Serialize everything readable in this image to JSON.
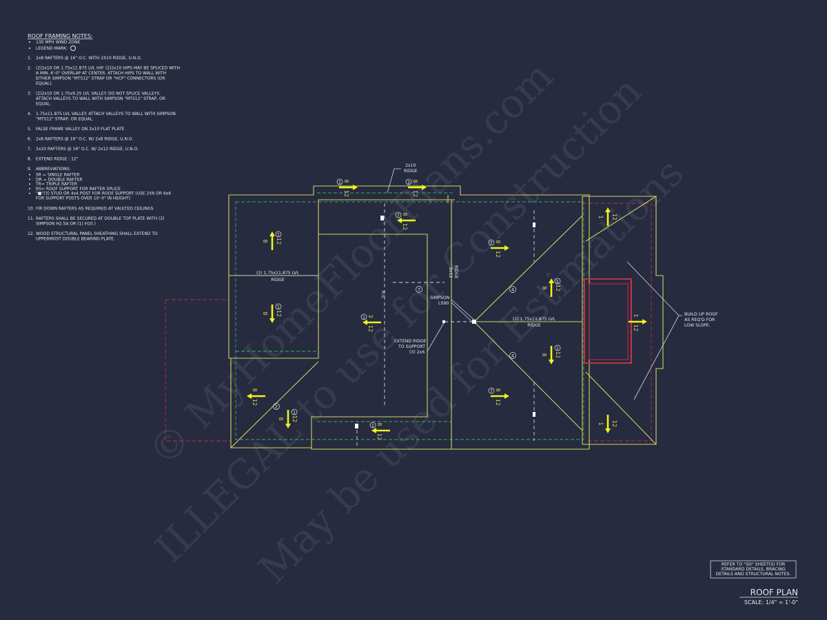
{
  "notes": {
    "title": "ROOF FRAMING NOTES:",
    "bullets": [
      "130 MPH WIND ZONE",
      "LEGEND MARK:"
    ],
    "items": [
      [
        "1.",
        "2x8 RAFTERS @ 16\" O.C. WITH 2X10 RIDGE, U.N.O."
      ],
      [
        "2.",
        "(2)2x10 OR 1.75x11.875 LVL HIP.  (2)2x10 HIPS MAY BE SPLICED WITH",
        "A MIN. 6'-0\" OVERLAP AT CENTER. ATTACH HIPS TO WALL WITH",
        "EITHER SIMPSON \"MTS12\" STRAP OR \"HCP\" CONNECTORS (OR",
        "EQUAL)."
      ],
      [
        "3.",
        "(2)2x10 OR 1.75x9.25 LVL VALLEY.  DO NOT SPLICE VALLEYS.",
        "ATTACH VALLEYS TO WALL WITH  SIMPSON \"MTS12\" STRAP, OR",
        "EQUAL."
      ],
      [
        "4.",
        "1.75x11.875 LVL VALLEY.  ATTACH VALLEYS TO WALL WITH SIMPSON",
        "\"MTS12\" STRAP, OR EQUAL."
      ],
      [
        "5.",
        "FALSE FRAME VALLEY ON 2x10 FLAT PLATE"
      ],
      [
        "6.",
        "2x6 RAFTERS @ 16\" O.C. W/ 2x8 RIDGE, U.N.O."
      ],
      [
        "7.",
        "2x10 RAFTERS @ 16\" O.C. W/ 2x12 RIDGE, U.N.O."
      ],
      [
        "8.",
        "EXTEND RIDGE : 12\""
      ],
      [
        "9.",
        "ABBREVIATIONS:"
      ]
    ],
    "abbreviations": [
      "SR = SINGLE RAFTER",
      "DR = DOUBLE RAFTER",
      "TR= TRIPLE RAFTER",
      "RS= ROOF SUPPORT FOR RAFTER SPLICE",
      "\"■\"(3) STUD OR 4x4 POST FOR ROOF SUPPORT (USE 2X6 OR 6x6",
      "FOR SUPPORT POSTS OVER 10'-0\" IN HEIGHT)"
    ],
    "items2": [
      [
        "10.",
        "FIR DOWN RAFTERS AS REQUIRED AT VAULTED CEILINGS"
      ],
      [
        "11.",
        "RAFTERS SHALL BE SECURED AT DOUBLE TOP PLATE WITH (2)",
        "SIMPSON H2.5A OR (1) H10.)"
      ],
      [
        "12.",
        "WOOD STRUCTURAL PANEL SHEATHING SHALL EXTEND TO",
        "UPPERMOST DOUBLE BEARING PLATE."
      ]
    ]
  },
  "plan_labels": {
    "ridge_2x10": [
      "2x10",
      "RIDGE"
    ],
    "lvl_ridge_left": [
      "(2) 1.75x11.875 LVL",
      "RIDGE"
    ],
    "lvl_ridge_right": [
      "(2) 1.75x11.875 LVL",
      "RIDGE"
    ],
    "ridge_2x12": [
      "2x12",
      "RIDGE"
    ],
    "rs": "R.S.",
    "simpson": [
      "SIMPSON",
      "LS90"
    ],
    "extend_ridge": [
      "EXTEND RIDGE",
      "TO SUPPORT",
      "(3) 2x6"
    ],
    "build_up": [
      "BUILD UP ROOF",
      "AS REQ'D FOR",
      "LOW SLOPE."
    ]
  },
  "marks": [
    "4",
    "4",
    "2",
    "7"
  ],
  "arrows": [
    {
      "rise": "8",
      "run": "12",
      "mark": "1"
    },
    {
      "rise": "8",
      "run": "12",
      "mark": "1"
    },
    {
      "rise": "8",
      "run": "12",
      "mark": "7"
    },
    {
      "rise": "8",
      "run": "12",
      "mark": "1"
    },
    {
      "rise": "8",
      "run": "12",
      "mark": "1"
    },
    {
      "rise": "3",
      "run": "12",
      "mark": "1"
    },
    {
      "rise": "8",
      "run": "12",
      "mark": "7"
    },
    {
      "rise": "8",
      "run": "12",
      "mark": "1"
    },
    {
      "rise": "8",
      "run": "12",
      "mark": "1"
    },
    {
      "rise": "8",
      "run": "12",
      "mark": "7"
    },
    {
      "rise": "1",
      "run": "12",
      "mark": ""
    },
    {
      "rise": "1",
      "run": "12",
      "mark": ""
    },
    {
      "rise": "1",
      "run": "12",
      "mark": ""
    },
    {
      "rise": "8",
      "run": "12",
      "mark": ""
    },
    {
      "rise": "8",
      "run": "12",
      "mark": "1"
    },
    {
      "rise": "8",
      "run": "12",
      "mark": "1"
    }
  ],
  "reference_box": [
    "REFER TO \"SD\" SHEET(S) FOR",
    "STANDARD DETAILS, BRACING",
    "DETAILS AND STRUCTURAL NOTES."
  ],
  "title": {
    "name": "ROOF PLAN",
    "scale": "SCALE: 1/4\" = 1'-0\""
  },
  "watermark": [
    "© MyHomeFloorPlans.com",
    "ILLEGAL to use for Construction",
    "May be used for Estimations"
  ],
  "colors": {
    "background": "#262b40",
    "roof": "#d4d35c",
    "wall": "#3fae54",
    "overhang": "#b8303f",
    "arrow": "#f2f21a"
  }
}
